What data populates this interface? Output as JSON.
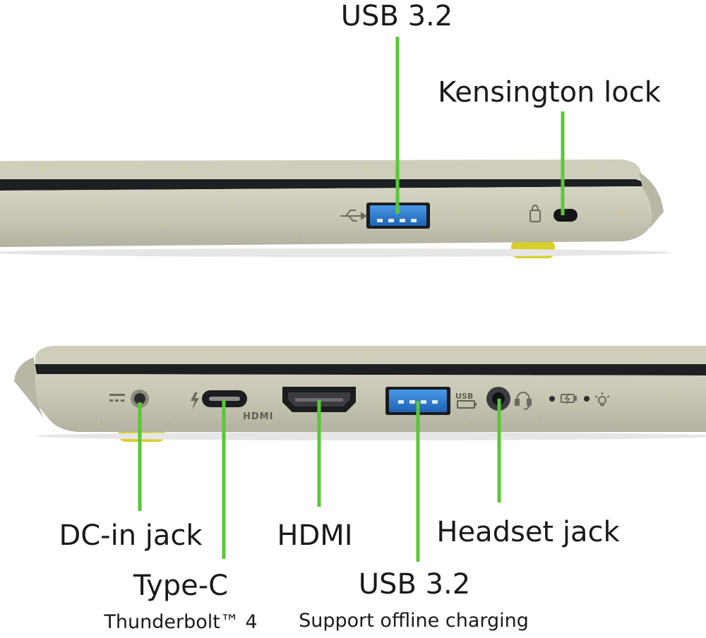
{
  "diagram": {
    "top_view": {
      "ports": {
        "usb": "USB 3.2",
        "kensington": "Kensington lock"
      }
    },
    "bottom_view": {
      "ports": {
        "dc_in": "DC-in jack",
        "type_c": "Type-C",
        "type_c_sub": "Thunderbolt™ 4",
        "hdmi": "HDMI",
        "usb": "USB 3.2",
        "usb_sub": "Support offline charging",
        "headset": "Headset jack"
      },
      "hdmi_logo_text": "HDMI",
      "usb_logo_text": "USB"
    },
    "colors": {
      "leader_line": "#5cc63a",
      "chassis": "#c9c8b6",
      "chassis_dark": "#a9a897",
      "bezel": "#1d1f22",
      "usb_blue": "#2e7fd1",
      "foot_yellow": "#d8cf2a",
      "text": "#1a1a1a"
    }
  }
}
